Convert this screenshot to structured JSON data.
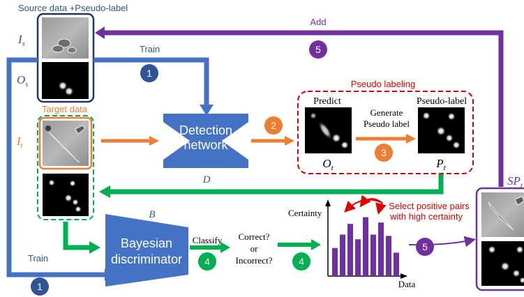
{
  "colors": {
    "blue": "#4472c4",
    "dark_blue": "#2f5597",
    "navy_box": "#1f3864",
    "purple": "#7030a0",
    "orange": "#ed7d31",
    "green": "#00b050",
    "red": "#e00000",
    "shape_blue": "#4472c4"
  },
  "source": {
    "title": "Source data +Pseudo-label",
    "input_label": "I_s",
    "output_label": "O_s"
  },
  "target": {
    "title": "Target data",
    "input_label": "I_t"
  },
  "detection": {
    "line1": "Detection",
    "line2": "network",
    "symbol": "D"
  },
  "pseudo": {
    "title": "Pseudo labeling",
    "predict": "Predict",
    "pseudo_label": "Pseudo-label",
    "generate_line1": "Generate",
    "generate_line2": "Pseudo label",
    "output_label": "O_t",
    "pseudo_symbol": "P_t"
  },
  "discriminator": {
    "symbol": "B",
    "line1": "Bayesian",
    "line2": "discriminator"
  },
  "classify": {
    "label": "Classify",
    "q1": "Correct?",
    "q2": "or",
    "q3": "Incorrect?"
  },
  "histogram": {
    "y_axis": "Certainty",
    "x_axis": "Data",
    "annotation_line1": "Select positive pairs",
    "annotation_line2": "with high certainty",
    "bars": [
      0.42,
      0.62,
      0.78,
      0.55,
      0.88,
      0.62,
      0.8,
      0.6,
      0.35
    ]
  },
  "selected": {
    "label": "SP_t"
  },
  "arrows": {
    "add": "Add",
    "train_top": "Train",
    "train_bottom": "Train"
  },
  "steps": {
    "s1_top": "1",
    "s1_bottom": "1",
    "s2": "2",
    "s3": "3",
    "s4_classify": "4",
    "s4_data": "4",
    "s5_top": "5",
    "s5_mid": "5"
  }
}
